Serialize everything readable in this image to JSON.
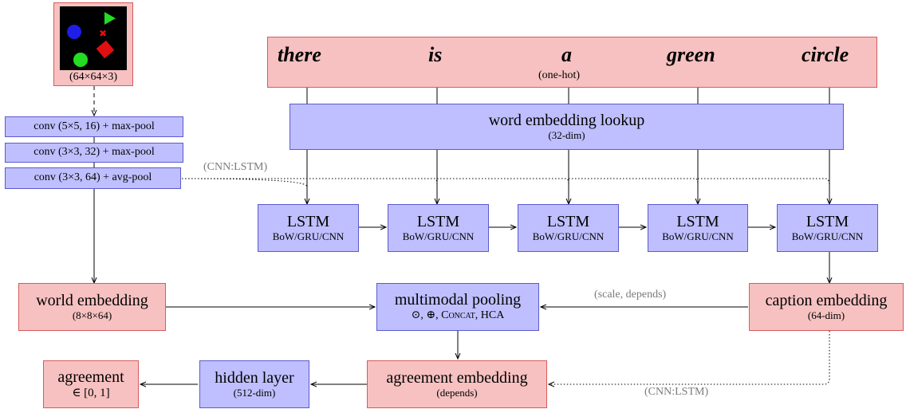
{
  "input_image": {
    "size": "(64×64×3)"
  },
  "cnn": [
    {
      "label": "conv (5×5, 16) + max-pool"
    },
    {
      "label": "conv (3×3, 32) + max-pool"
    },
    {
      "label": "conv (3×3, 64) + avg-pool"
    }
  ],
  "caption": {
    "words": [
      "there",
      "is",
      "a",
      "green",
      "circle"
    ],
    "note": "(one-hot)"
  },
  "embedding_lookup": {
    "title": "word embedding lookup",
    "sub": "(32-dim)"
  },
  "rnn_cells": [
    {
      "title": "LSTM",
      "sub": "BoW/GRU/CNN"
    },
    {
      "title": "LSTM",
      "sub": "BoW/GRU/CNN"
    },
    {
      "title": "LSTM",
      "sub": "BoW/GRU/CNN"
    },
    {
      "title": "LSTM",
      "sub": "BoW/GRU/CNN"
    },
    {
      "title": "LSTM",
      "sub": "BoW/GRU/CNN"
    }
  ],
  "labels": {
    "cnn_lstm_top": "(CNN:LSTM)",
    "scale_depends": "(scale, depends)",
    "cnn_lstm_bottom": "(CNN:LSTM)"
  },
  "world_embedding": {
    "title": "world embedding",
    "sub": "(8×8×64)"
  },
  "multimodal": {
    "title": "multimodal pooling",
    "ops": "⊙, ⊕, ",
    "concat": "Concat",
    "hca": ", HCA"
  },
  "caption_embedding": {
    "title": "caption embedding",
    "sub": "(64-dim)"
  },
  "agreement_embedding": {
    "title": "agreement embedding",
    "sub": "(depends)"
  },
  "hidden_layer": {
    "title": "hidden layer",
    "sub": "(512-dim)"
  },
  "agreement": {
    "title": "agreement",
    "sub": "∈ [0, 1]"
  },
  "colors": {
    "blue_fill": "#bfbfff",
    "red_fill": "#f7c1c1",
    "shape_blue": "#1e1ee6",
    "shape_green": "#22dd22",
    "shape_red": "#e01010"
  }
}
